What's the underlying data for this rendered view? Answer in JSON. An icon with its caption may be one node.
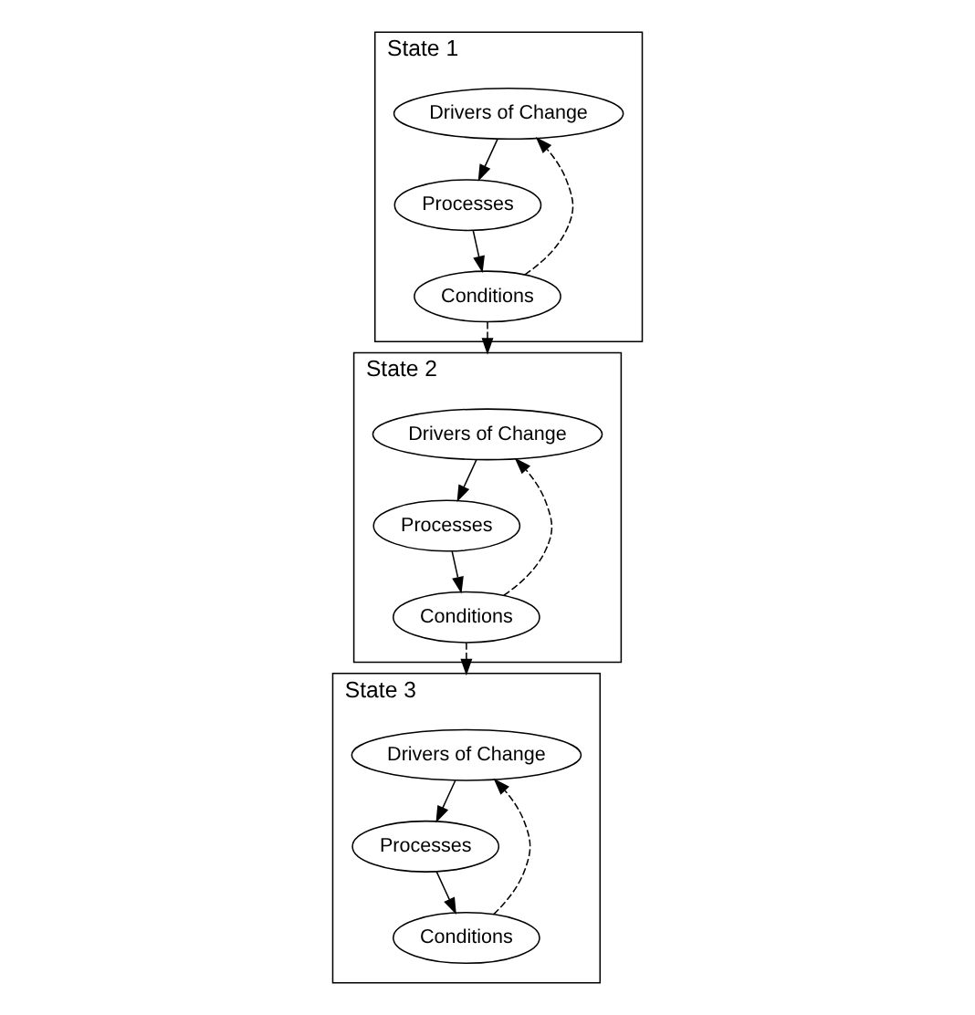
{
  "diagram": {
    "nodes": [
      {
        "text": [
          "State 1"
        ]
      },
      {
        "text": [
          "Drivers of Change"
        ],
        "in": 0
      },
      {
        "text": [
          "Processes"
        ],
        "in": 0
      },
      {
        "text": [
          "Conditions"
        ],
        "in": 0
      },
      {
        "text": [
          "State 2"
        ]
      },
      {
        "text": [
          "Drivers of Change"
        ],
        "in": 4
      },
      {
        "text": [
          "Processes"
        ],
        "in": 4
      },
      {
        "text": [
          "Conditions"
        ],
        "in": 4
      },
      {
        "text": [
          "State 3"
        ]
      },
      {
        "text": [
          "Drivers of Change"
        ],
        "in": 8
      },
      {
        "text": [
          "Processes"
        ],
        "in": 8
      },
      {
        "text": [
          "Conditions"
        ],
        "in": 8
      }
    ],
    "edges": [
      {
        "from": 1,
        "to": 2,
        "arrow": "to"
      },
      {
        "from": 2,
        "to": 3,
        "arrow": "to"
      },
      {
        "from": 3,
        "to": 1,
        "arrow": "to",
        "style": "dashed"
      },
      {
        "from": 3,
        "to": 4,
        "arrow": "to",
        "style": "dashed"
      },
      {
        "from": 5,
        "to": 6,
        "arrow": "to"
      },
      {
        "from": 6,
        "to": 7,
        "arrow": "to"
      },
      {
        "from": 7,
        "to": 5,
        "arrow": "to",
        "style": "dashed"
      },
      {
        "from": 7,
        "to": 8,
        "arrow": "to",
        "style": "dashed"
      },
      {
        "from": 9,
        "to": 10,
        "arrow": "to"
      },
      {
        "from": 10,
        "to": 11,
        "arrow": "to"
      },
      {
        "from": 11,
        "to": 9,
        "arrow": "to",
        "style": "dashed"
      }
    ]
  }
}
